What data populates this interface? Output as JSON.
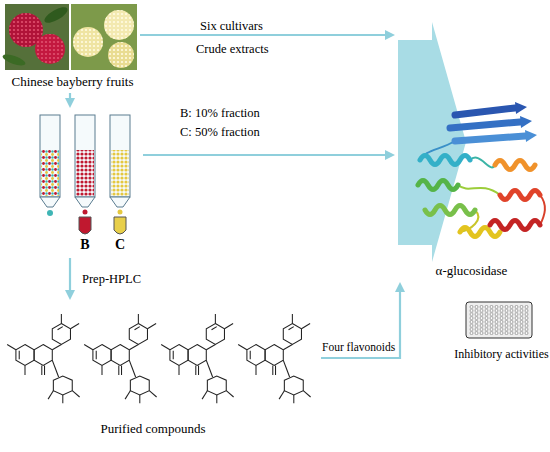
{
  "diagram": {
    "nodes": [
      {
        "text": [
          "Chinese bayberry fruits"
        ]
      },
      {
        "text": [
          "B",
          "C"
        ]
      },
      {
        "text": [
          "Purified compounds"
        ]
      },
      {
        "text": [
          "α-glucosidase"
        ]
      },
      {
        "text": [
          "Inhibitory activities"
        ]
      }
    ],
    "edges": [
      {
        "from": 0,
        "to": 3,
        "arrow": "to",
        "label": "Six cultivars"
      },
      {
        "from": 0,
        "to": 1,
        "arrow": "to"
      },
      {
        "from": 1,
        "to": 3,
        "arrow": "to",
        "label": "B: 10% fraction"
      },
      {
        "from": 1,
        "to": 2,
        "arrow": "to",
        "label": "Prep-HPLC"
      },
      {
        "from": 2,
        "to": 3,
        "arrow": "to",
        "label": "Four flavonoids"
      }
    ],
    "labels": [
      "Crude extracts",
      "C: 50% fraction"
    ]
  }
}
